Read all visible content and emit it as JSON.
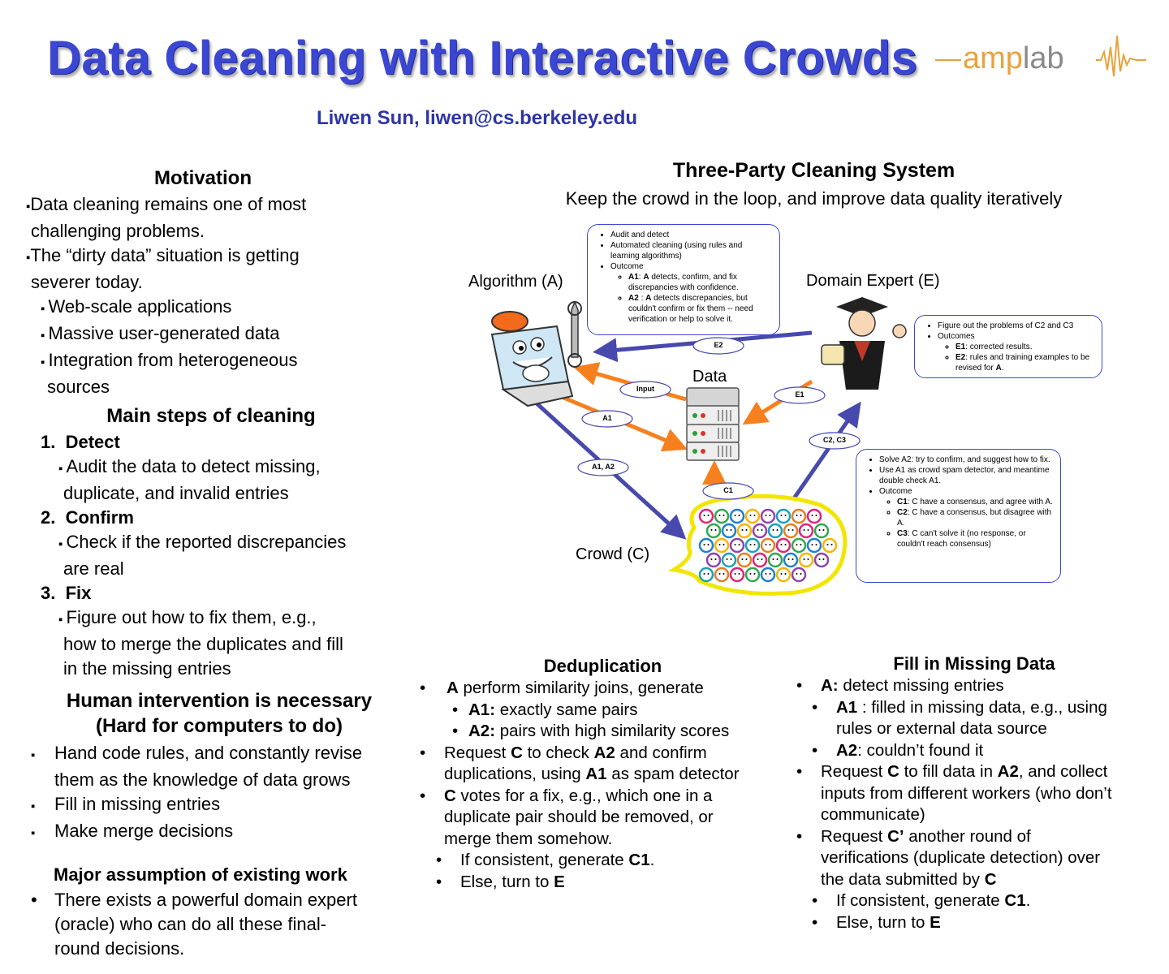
{
  "header": {
    "title": "Data Cleaning with Interactive Crowds",
    "logo_text": "amplab",
    "author": "Liwen Sun,  liwen@cs.berkeley.edu"
  },
  "motivation": {
    "title": "Motivation",
    "line1": "Data cleaning remains one of most",
    "line2": "challenging problems.",
    "line3": "The “dirty data” situation is getting",
    "line4": "severer today.",
    "sub1": "Web-scale applications",
    "sub2": "Massive user-generated data",
    "sub3a": "Integration from heterogeneous",
    "sub3b": "sources"
  },
  "steps": {
    "title": "Main steps of cleaning",
    "s1_num": "1.",
    "s1": "Detect",
    "s1_d1": "Audit the data to detect missing,",
    "s1_d2": "duplicate, and invalid entries",
    "s2_num": "2.",
    "s2": "Confirm",
    "s2_d1": "Check if the reported discrepancies",
    "s2_d2": "are real",
    "s3_num": "3.",
    "s3": "Fix",
    "s3_d1": "Figure out how to fix them, e.g.,",
    "s3_d2": "how to merge the duplicates and fill",
    "s3_d3": "in the missing entries"
  },
  "human": {
    "title1": "Human intervention is necessary",
    "title2": "(Hard for computers to do)",
    "b1a": "Hand code rules, and constantly revise",
    "b1b": "them as the knowledge of data grows",
    "b2": "Fill in missing entries",
    "b3": "Make merge decisions"
  },
  "assumption": {
    "title": "Major assumption of existing work",
    "b1a": "There exists a powerful domain expert",
    "b1b": "(oracle) who can do all these final-",
    "b1c": "round decisions."
  },
  "system": {
    "title": "Three-Party Cleaning System",
    "subtitle": "Keep the crowd in the loop, and improve data quality iteratively",
    "algorithm_label": "Algorithm (A)",
    "expert_label": "Domain Expert (E)",
    "data_label": "Data",
    "crowd_label": "Crowd (C)",
    "arrows": {
      "e2": "E2",
      "input": "Input",
      "e1": "E1",
      "a1": "A1",
      "c2c3": "C2, C3",
      "a1a2": "A1, A2",
      "c1": "C1"
    },
    "algo_box": {
      "i1": "Audit and detect",
      "i2": "Automated cleaning (using rules and learning algorithms)",
      "i3": "Outcome",
      "a1_key": "A1",
      "a1_text": ": ",
      "a1_key2": "A",
      "a1_rest": " detects, confirm, and fix discrepancies with confidence.",
      "a2_key": "A2",
      "a2_text": " : ",
      "a2_key2": "A",
      "a2_rest": " detects discrepancies, but couldn't confirm or fix them -- need verification or help to solve it."
    },
    "expert_box": {
      "i1": "Figure out the problems of C2 and C3",
      "i2": "Outcomes",
      "e1_key": "E1",
      "e1_rest": ": corrected results.",
      "e2_key": "E2",
      "e2_rest": ": rules and training examples to be revised for ",
      "e2_key2": "A",
      "e2_end": "."
    },
    "crowd_box": {
      "i1": "Solve A2: try to confirm, and suggest how to fix.",
      "i2": "Use A1 as crowd spam detector, and meantime double check A1.",
      "i3": "Outcome",
      "c1_key": "C1",
      "c1_rest": ": C have a consensus, and agree with A.",
      "c2_key": "C2",
      "c2_rest": ": C have a consensus, but disagree with A.",
      "c3_key": "C3",
      "c3_rest": ": C can't solve it (no response, or couldn't reach consensus)"
    }
  },
  "dedup": {
    "title": "Deduplication",
    "b1_k": "A",
    "b1_t": " perform similarity joins, generate",
    "b1s1_k": "A1:",
    "b1s1_t": " exactly same pairs",
    "b1s2_k": "A2:",
    "b1s2_t": " pairs with high similarity scores",
    "b2_t1": "Request ",
    "b2_k1": "C",
    "b2_t2": " to check ",
    "b2_k2": "A2",
    "b2_t3": " and confirm",
    "b2_l2a": "duplications, using ",
    "b2_k3": "A1",
    "b2_l2b": " as spam detector",
    "b3_k": "C",
    "b3_t": " votes for a fix, e.g., which one in a",
    "b3_l2": "duplicate pair should be removed, or",
    "b3_l3": "merge them somehow.",
    "s1_t": "If consistent, generate ",
    "s1_k": "C1",
    "s1_e": ".",
    "s2_t": "Else, turn to ",
    "s2_k": "E"
  },
  "missing": {
    "title": "Fill in Missing Data",
    "b1_k": "A:",
    "b1_t": " detect missing entries",
    "s1_k": "A1",
    "s1_t": " :  filled in missing data, e.g., using",
    "s1_l2": "rules or external data source",
    "s2_k": "A2",
    "s2_t": ": couldn’t found it",
    "b2_t1": "Request ",
    "b2_k1": "C",
    "b2_t2": " to fill data in ",
    "b2_k2": "A2",
    "b2_t3": ", and collect",
    "b2_l2": "inputs from different workers (who don’t",
    "b2_l3": "communicate)",
    "b3_t1": "Request ",
    "b3_k1": "C’",
    "b3_t2": " another round of",
    "b3_l2": "verifications (duplicate detection) over",
    "b3_l3a": "the data submitted by ",
    "b3_k2": "C",
    "ss1_t": "If consistent, generate ",
    "ss1_k": "C1",
    "ss1_e": ".",
    "ss2_t": "Else, turn to ",
    "ss2_k": "E"
  }
}
